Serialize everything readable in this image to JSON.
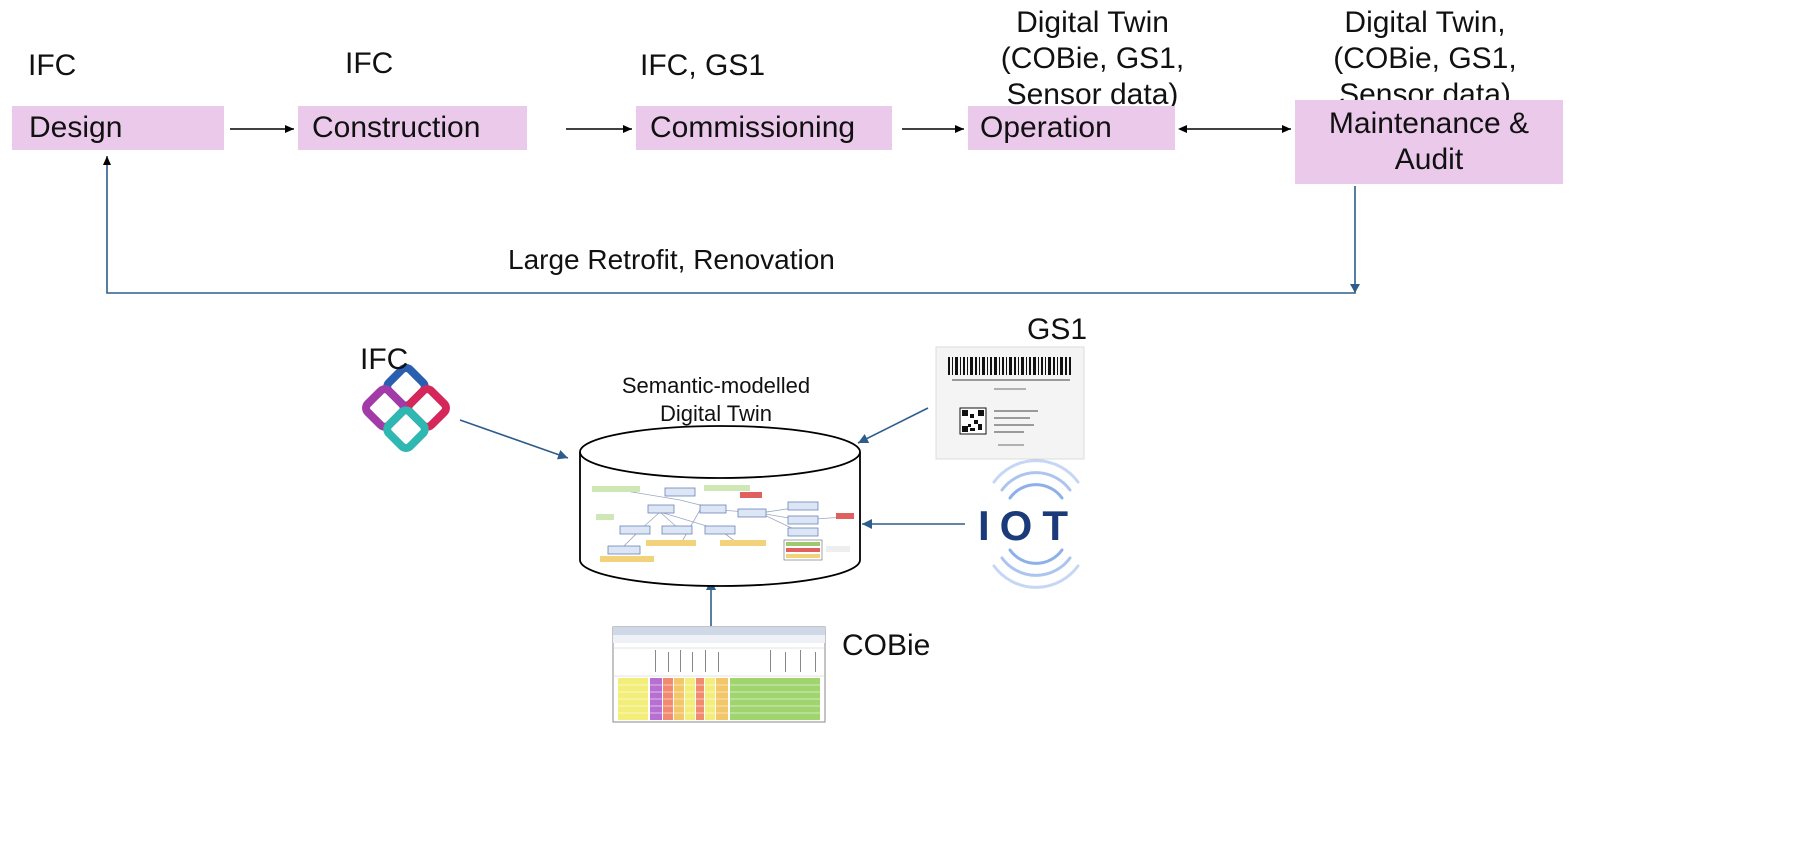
{
  "flow": {
    "stages": [
      {
        "id": "design",
        "label": "Design",
        "annotation": [
          "IFC"
        ]
      },
      {
        "id": "construction",
        "label": "Construction",
        "annotation": [
          "IFC"
        ]
      },
      {
        "id": "commissioning",
        "label": "Commissioning",
        "annotation": [
          "IFC, GS1"
        ]
      },
      {
        "id": "operation",
        "label": "Operation",
        "annotation": [
          "Digital Twin",
          "(COBie, GS1,",
          "Sensor data)"
        ]
      },
      {
        "id": "maintenance",
        "label": "Maintenance &",
        "label2": "Audit",
        "annotation": [
          "Digital Twin,",
          "(COBie, GS1,",
          "Sensor data)"
        ]
      }
    ],
    "feedback_label": "Large Retrofit, Renovation"
  },
  "hub": {
    "title_line1": "Semantic-modelled",
    "title_line2": "Digital Twin",
    "sources": {
      "ifc": "IFC",
      "gs1": "GS1",
      "cobie": "COBie",
      "iot": "IOT"
    }
  },
  "colors": {
    "stage_fill": "#ebc9eb",
    "arrow_dark": "#000000",
    "arrow_blue": "#2e5d8c",
    "iot_blue": "#2f6fd6",
    "iot_text": "#1b3a7a"
  }
}
